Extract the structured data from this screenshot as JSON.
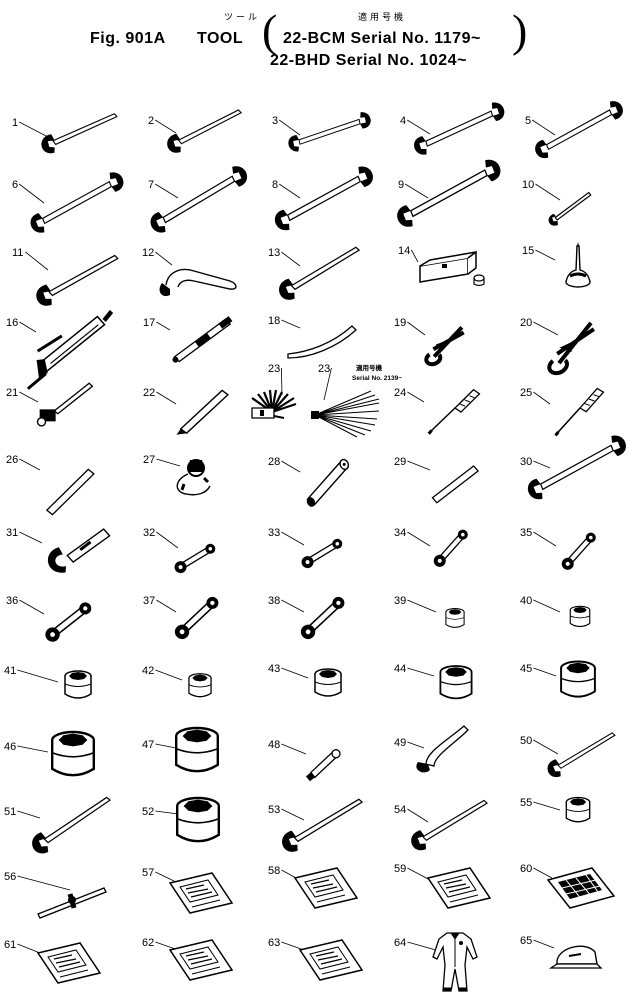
{
  "header": {
    "jp_title": "ツール",
    "fig_label": "Fig. 901A",
    "title": "TOOL",
    "jp_applicability": "適用号機",
    "serial_line_1": "22-BCM  Serial No. 1179~",
    "serial_line_2": "22-BHD  Serial No. 1024~"
  },
  "notes": {
    "jp_applicability": "適用号機",
    "serial": "Serial No. 2139~"
  },
  "items": [
    {
      "no": "1",
      "tool": "open-end-wrench"
    },
    {
      "no": "2",
      "tool": "open-end-wrench"
    },
    {
      "no": "3",
      "tool": "double-open-end-wrench"
    },
    {
      "no": "4",
      "tool": "double-open-end-wrench"
    },
    {
      "no": "5",
      "tool": "double-open-end-wrench"
    },
    {
      "no": "6",
      "tool": "double-open-end-wrench"
    },
    {
      "no": "7",
      "tool": "double-open-end-wrench"
    },
    {
      "no": "8",
      "tool": "double-open-end-wrench"
    },
    {
      "no": "9",
      "tool": "double-open-end-wrench"
    },
    {
      "no": "10",
      "tool": "small-wrench"
    },
    {
      "no": "11",
      "tool": "open-end-wrench"
    },
    {
      "no": "12",
      "tool": "hook-wrench"
    },
    {
      "no": "13",
      "tool": "open-end-wrench"
    },
    {
      "no": "14",
      "tool": "tool-box"
    },
    {
      "no": "15",
      "tool": "oil-can"
    },
    {
      "no": "16",
      "tool": "grease-gun"
    },
    {
      "no": "17",
      "tool": "grease-nozzle"
    },
    {
      "no": "18",
      "tool": "pry-bar"
    },
    {
      "no": "19",
      "tool": "pliers"
    },
    {
      "no": "20",
      "tool": "pliers"
    },
    {
      "no": "21",
      "tool": "hammer"
    },
    {
      "no": "22",
      "tool": "chisel"
    },
    {
      "no": "23",
      "tool": "feeler-gauge"
    },
    {
      "no": "23",
      "tool": "feeler-gauge"
    },
    {
      "no": "24",
      "tool": "screwdriver"
    },
    {
      "no": "25",
      "tool": "screwdriver"
    },
    {
      "no": "26",
      "tool": "bar"
    },
    {
      "no": "27",
      "tool": "lamp"
    },
    {
      "no": "28",
      "tool": "box-spanner"
    },
    {
      "no": "29",
      "tool": "bar"
    },
    {
      "no": "30",
      "tool": "open-end-wrench"
    },
    {
      "no": "31",
      "tool": "hook-spanner"
    },
    {
      "no": "32",
      "tool": "box-wrench"
    },
    {
      "no": "33",
      "tool": "box-wrench"
    },
    {
      "no": "34",
      "tool": "box-wrench"
    },
    {
      "no": "35",
      "tool": "box-wrench"
    },
    {
      "no": "36",
      "tool": "box-wrench"
    },
    {
      "no": "37",
      "tool": "box-wrench"
    },
    {
      "no": "38",
      "tool": "box-wrench"
    },
    {
      "no": "39",
      "tool": "socket"
    },
    {
      "no": "40",
      "tool": "socket"
    },
    {
      "no": "41",
      "tool": "socket"
    },
    {
      "no": "42",
      "tool": "socket"
    },
    {
      "no": "43",
      "tool": "socket"
    },
    {
      "no": "44",
      "tool": "socket"
    },
    {
      "no": "45",
      "tool": "socket"
    },
    {
      "no": "46",
      "tool": "socket"
    },
    {
      "no": "47",
      "tool": "socket"
    },
    {
      "no": "48",
      "tool": "adapter"
    },
    {
      "no": "49",
      "tool": "open-end-wrench"
    },
    {
      "no": "50",
      "tool": "open-end-wrench"
    },
    {
      "no": "51",
      "tool": "open-end-wrench"
    },
    {
      "no": "52",
      "tool": "socket"
    },
    {
      "no": "53",
      "tool": "open-end-wrench"
    },
    {
      "no": "54",
      "tool": "open-end-wrench"
    },
    {
      "no": "55",
      "tool": "socket"
    },
    {
      "no": "56",
      "tool": "t-handle"
    },
    {
      "no": "57",
      "tool": "manual"
    },
    {
      "no": "58",
      "tool": "manual"
    },
    {
      "no": "59",
      "tool": "manual"
    },
    {
      "no": "60",
      "tool": "chart"
    },
    {
      "no": "61",
      "tool": "manual"
    },
    {
      "no": "62",
      "tool": "manual"
    },
    {
      "no": "63",
      "tool": "manual"
    },
    {
      "no": "64",
      "tool": "coveralls"
    },
    {
      "no": "65",
      "tool": "cap"
    }
  ]
}
